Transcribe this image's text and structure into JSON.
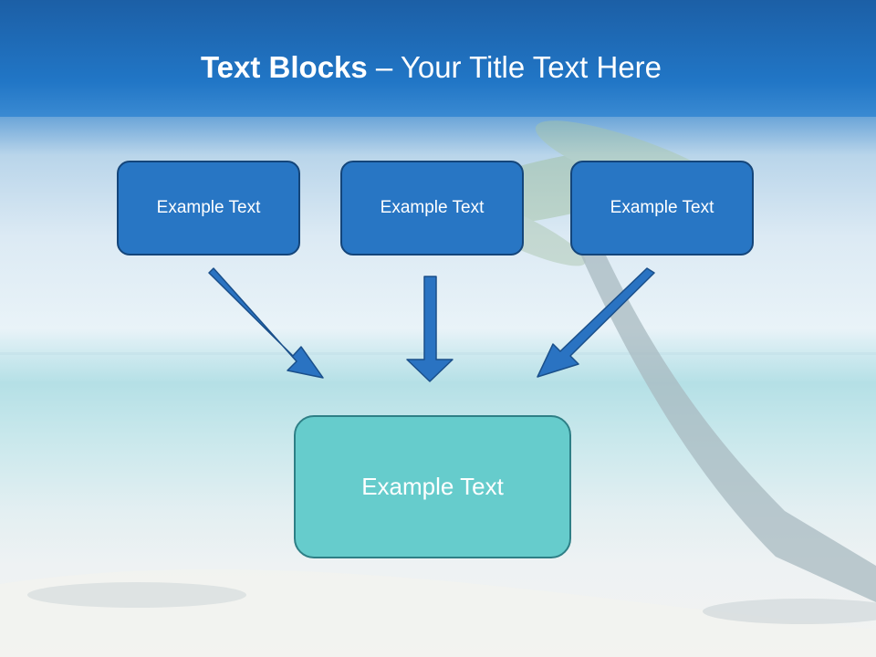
{
  "title": {
    "bold": "Text Blocks",
    "dash": " – ",
    "rest": "Your Title Text Here"
  },
  "boxes": {
    "top": [
      "Example Text",
      "Example Text",
      "Example Text"
    ],
    "bottom": "Example Text"
  },
  "colors": {
    "header": "#2176c6",
    "box_fill": "#2876c4",
    "box_border": "#14457a",
    "result_fill": "#66cccc",
    "result_border": "#2e7f86",
    "arrow_fill": "#2a73c2",
    "arrow_border": "#1a4f8a"
  }
}
